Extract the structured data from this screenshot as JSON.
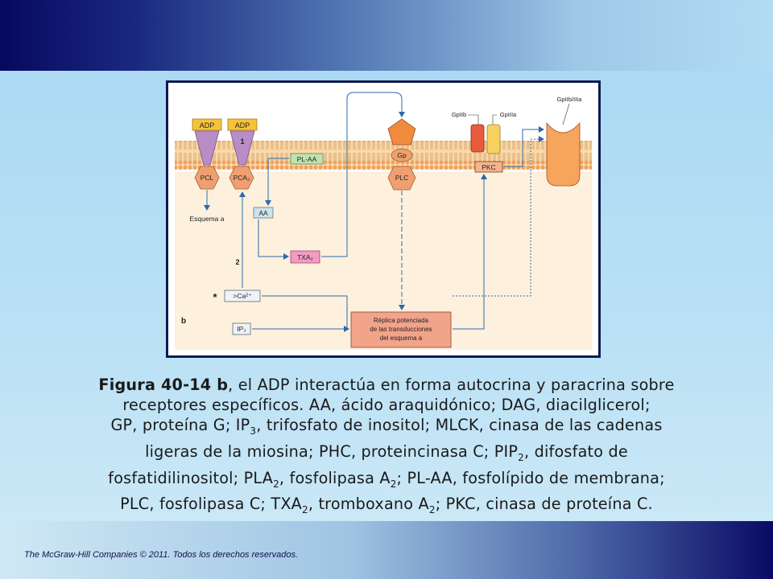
{
  "diagram": {
    "panel_label": "b",
    "adp_1": "ADP",
    "adp_2": "ADP",
    "num_1": "1",
    "num_2": "2",
    "pcl": "PCL",
    "pca2": "PCA₂",
    "pl_aa": "PL-AA",
    "gp": "Gp",
    "plc": "PLC",
    "gpiib": "GpIIb",
    "gpiiia": "GpIIIa",
    "gpiib_iiia": "GpIIb/IIIa",
    "pkc": "PKC",
    "esquema_a": "Esquema a",
    "aa": "AA",
    "txa2": "TXA₂",
    "asterisk": "*",
    "ca": ">Ca²⁺",
    "ip3": "IP₃",
    "replica_1": "Réplica potenciada",
    "replica_2": "de las transducciones",
    "replica_3": "del esquema a"
  },
  "caption": {
    "fig_label": "Figura 40-14 b",
    "line1": ", el ADP interactúa en forma autocrina y paracrina sobre",
    "line2": "receptores específicos. AA, ácido araquidónico; DAG, diacilglicerol;",
    "line3a": "GP, proteína G; IP",
    "line3sub": "3",
    "line3b": ", trifosfato de inositol; MLCK, cinasa de las cadenas",
    "line4a": "ligeras de la miosina; PHC, proteincinasa C; PIP",
    "line4sub": "2",
    "line4b": ", difosfato de",
    "line5a": "fosfatidilinositol; PLA",
    "line5sub1": "2",
    "line5b": ", fosfolipasa A",
    "line5sub2": "2",
    "line5c": "; PL-AA, fosfolípido de membrana;",
    "line6a": "PLC, fosfolipasa C; TXA",
    "line6sub1": "2",
    "line6b": ", tromboxano A",
    "line6sub2": "2",
    "line6c": "; PKC, cinasa de proteína C."
  },
  "footer": {
    "copyright": "The McGraw-Hill Companies © 2011. Todos los derechos reservados."
  },
  "colors": {
    "adp_fill": "#f5c23a",
    "receptor_fill": "#b88cc4",
    "hexagon_fill": "#f0a070",
    "pl_aa_fill": "#bfe3b0",
    "txa2_fill": "#f29cc4",
    "gp_pentagon": "#f08a3c",
    "replica_fill": "#f2a48a",
    "pkc_fill": "#f5b490",
    "gpiib_fill": "#e85a3c",
    "gpiiia_fill": "#f8d060",
    "integrin_fill": "#f7a45c",
    "membrane_fill": "#f9d9a8",
    "cytoplasm_fill": "#fdf1de",
    "arrow_color": "#2a6aa8"
  }
}
